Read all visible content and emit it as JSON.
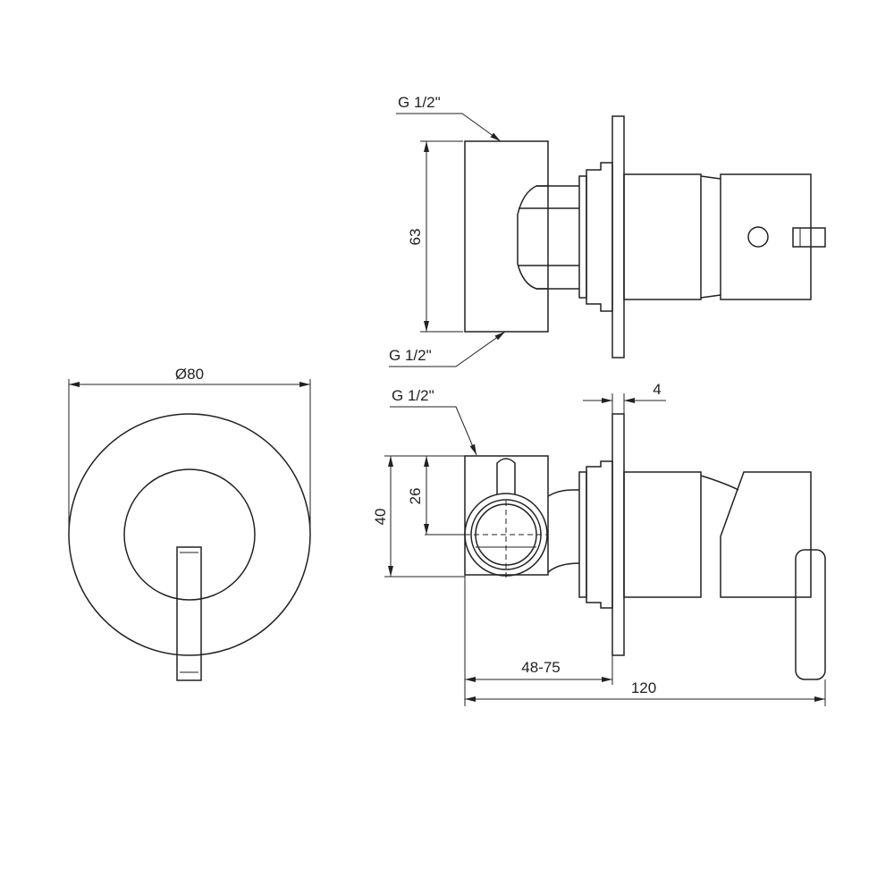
{
  "title": "Concealed shower mixer technical drawing",
  "dimensions": {
    "diameter": "Ø80",
    "height_top": "63",
    "thread_top_1": "G 1/2\"",
    "thread_top_2": "G 1/2\"",
    "thread_bottom": "G 1/2\"",
    "plate_thickness": "4",
    "height_bottom": "40",
    "axis_offset": "26",
    "wall_depth": "48-75",
    "total_length": "120"
  }
}
